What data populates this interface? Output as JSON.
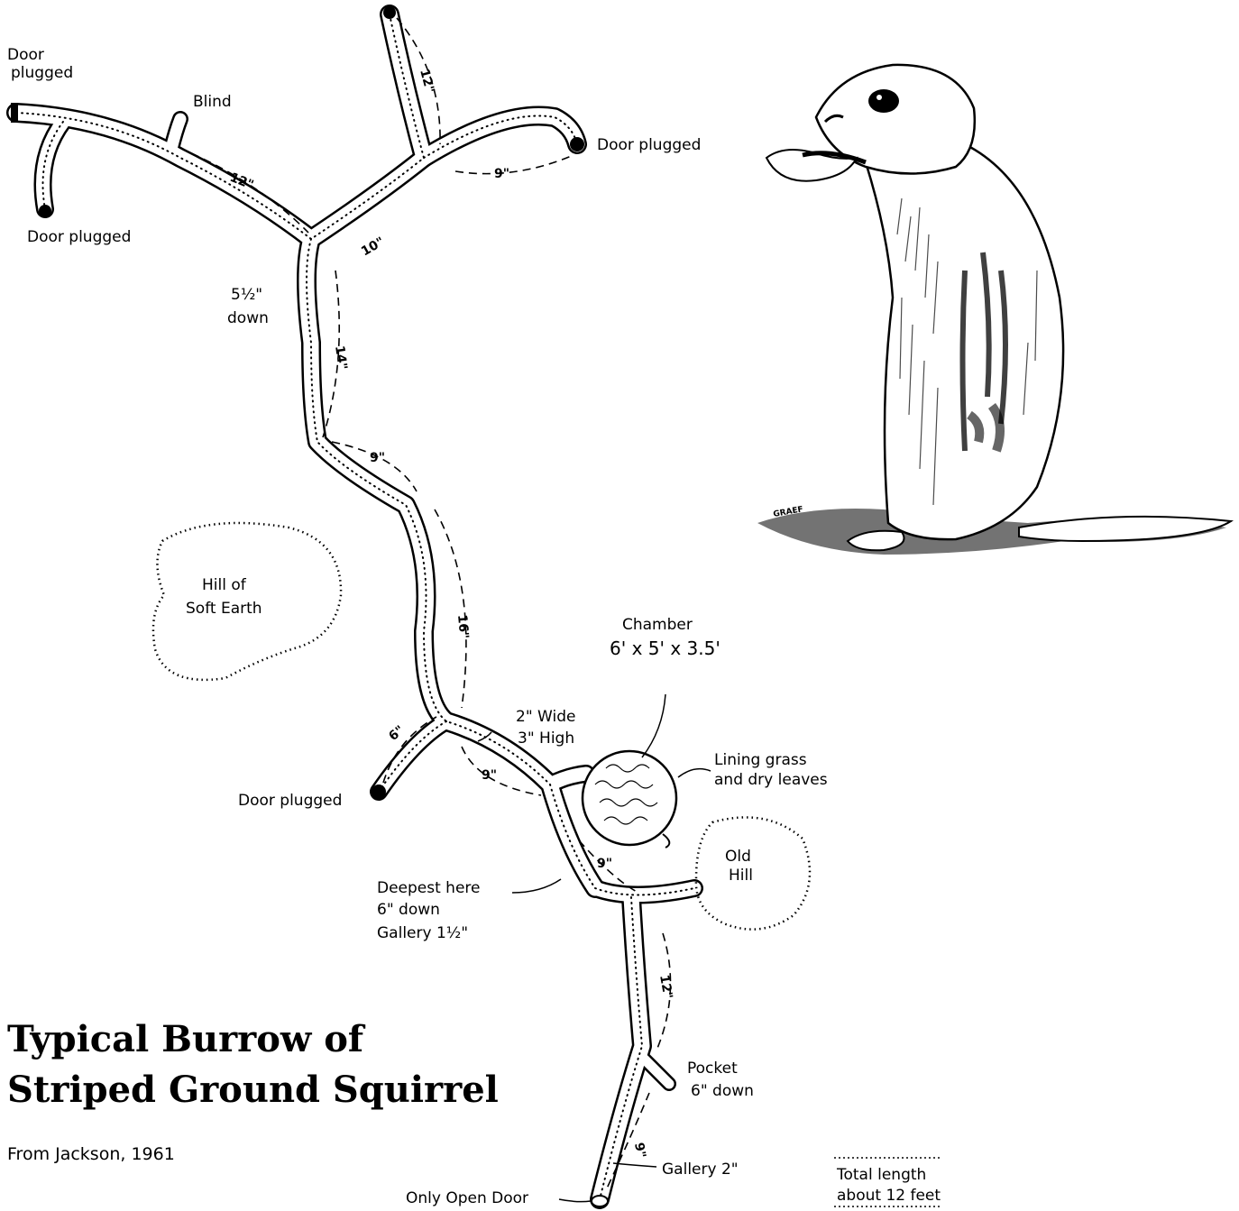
{
  "title": {
    "line1": "Typical Burrow of",
    "line2": "Striped Ground Squirrel"
  },
  "credit": "From Jackson, 1961",
  "total_length": {
    "line1": "Total length",
    "line2": "about 12 feet"
  },
  "artist_signature": "GRAEF",
  "labels": {
    "door_plugged_topleft_1": "Door",
    "door_plugged_topleft_2": "plugged",
    "blind": "Blind",
    "door_plugged_left": "Door plugged",
    "door_plugged_right": "Door plugged",
    "door_plugged_lower": "Door plugged",
    "depth_top_1": "5½\"",
    "depth_top_2": "down",
    "hill_soft_1": "Hill of",
    "hill_soft_2": "Soft Earth",
    "chamber_1": "Chamber",
    "chamber_2": "6' x 5' x 3.5'",
    "size_1": "2\" Wide",
    "size_2": "3\" High",
    "lining_1": "Lining grass",
    "lining_2": "and dry leaves",
    "old_hill_1": "Old",
    "old_hill_2": "Hill",
    "deepest_1": "Deepest here",
    "deepest_2": "6\" down",
    "deepest_3": "Gallery 1½\"",
    "pocket_1": "Pocket",
    "pocket_2": "6\" down",
    "gallery_2": "Gallery 2\"",
    "only_open_door": "Only Open Door"
  },
  "measurements": {
    "top_branch": "12\"",
    "right_branch": "9\"",
    "left_branch": "12\"",
    "junction": "10\"",
    "upper_shaft": "14\"",
    "mid_shaft_a": "9\"",
    "mid_shaft_b": "16\"",
    "lower_left": "6\"",
    "to_chamber": "9\"",
    "below_chamber": "9\"",
    "lower_shaft": "12\"",
    "bottom": "9\""
  },
  "icons": {
    "squirrel": "ground-squirrel-illustration"
  }
}
